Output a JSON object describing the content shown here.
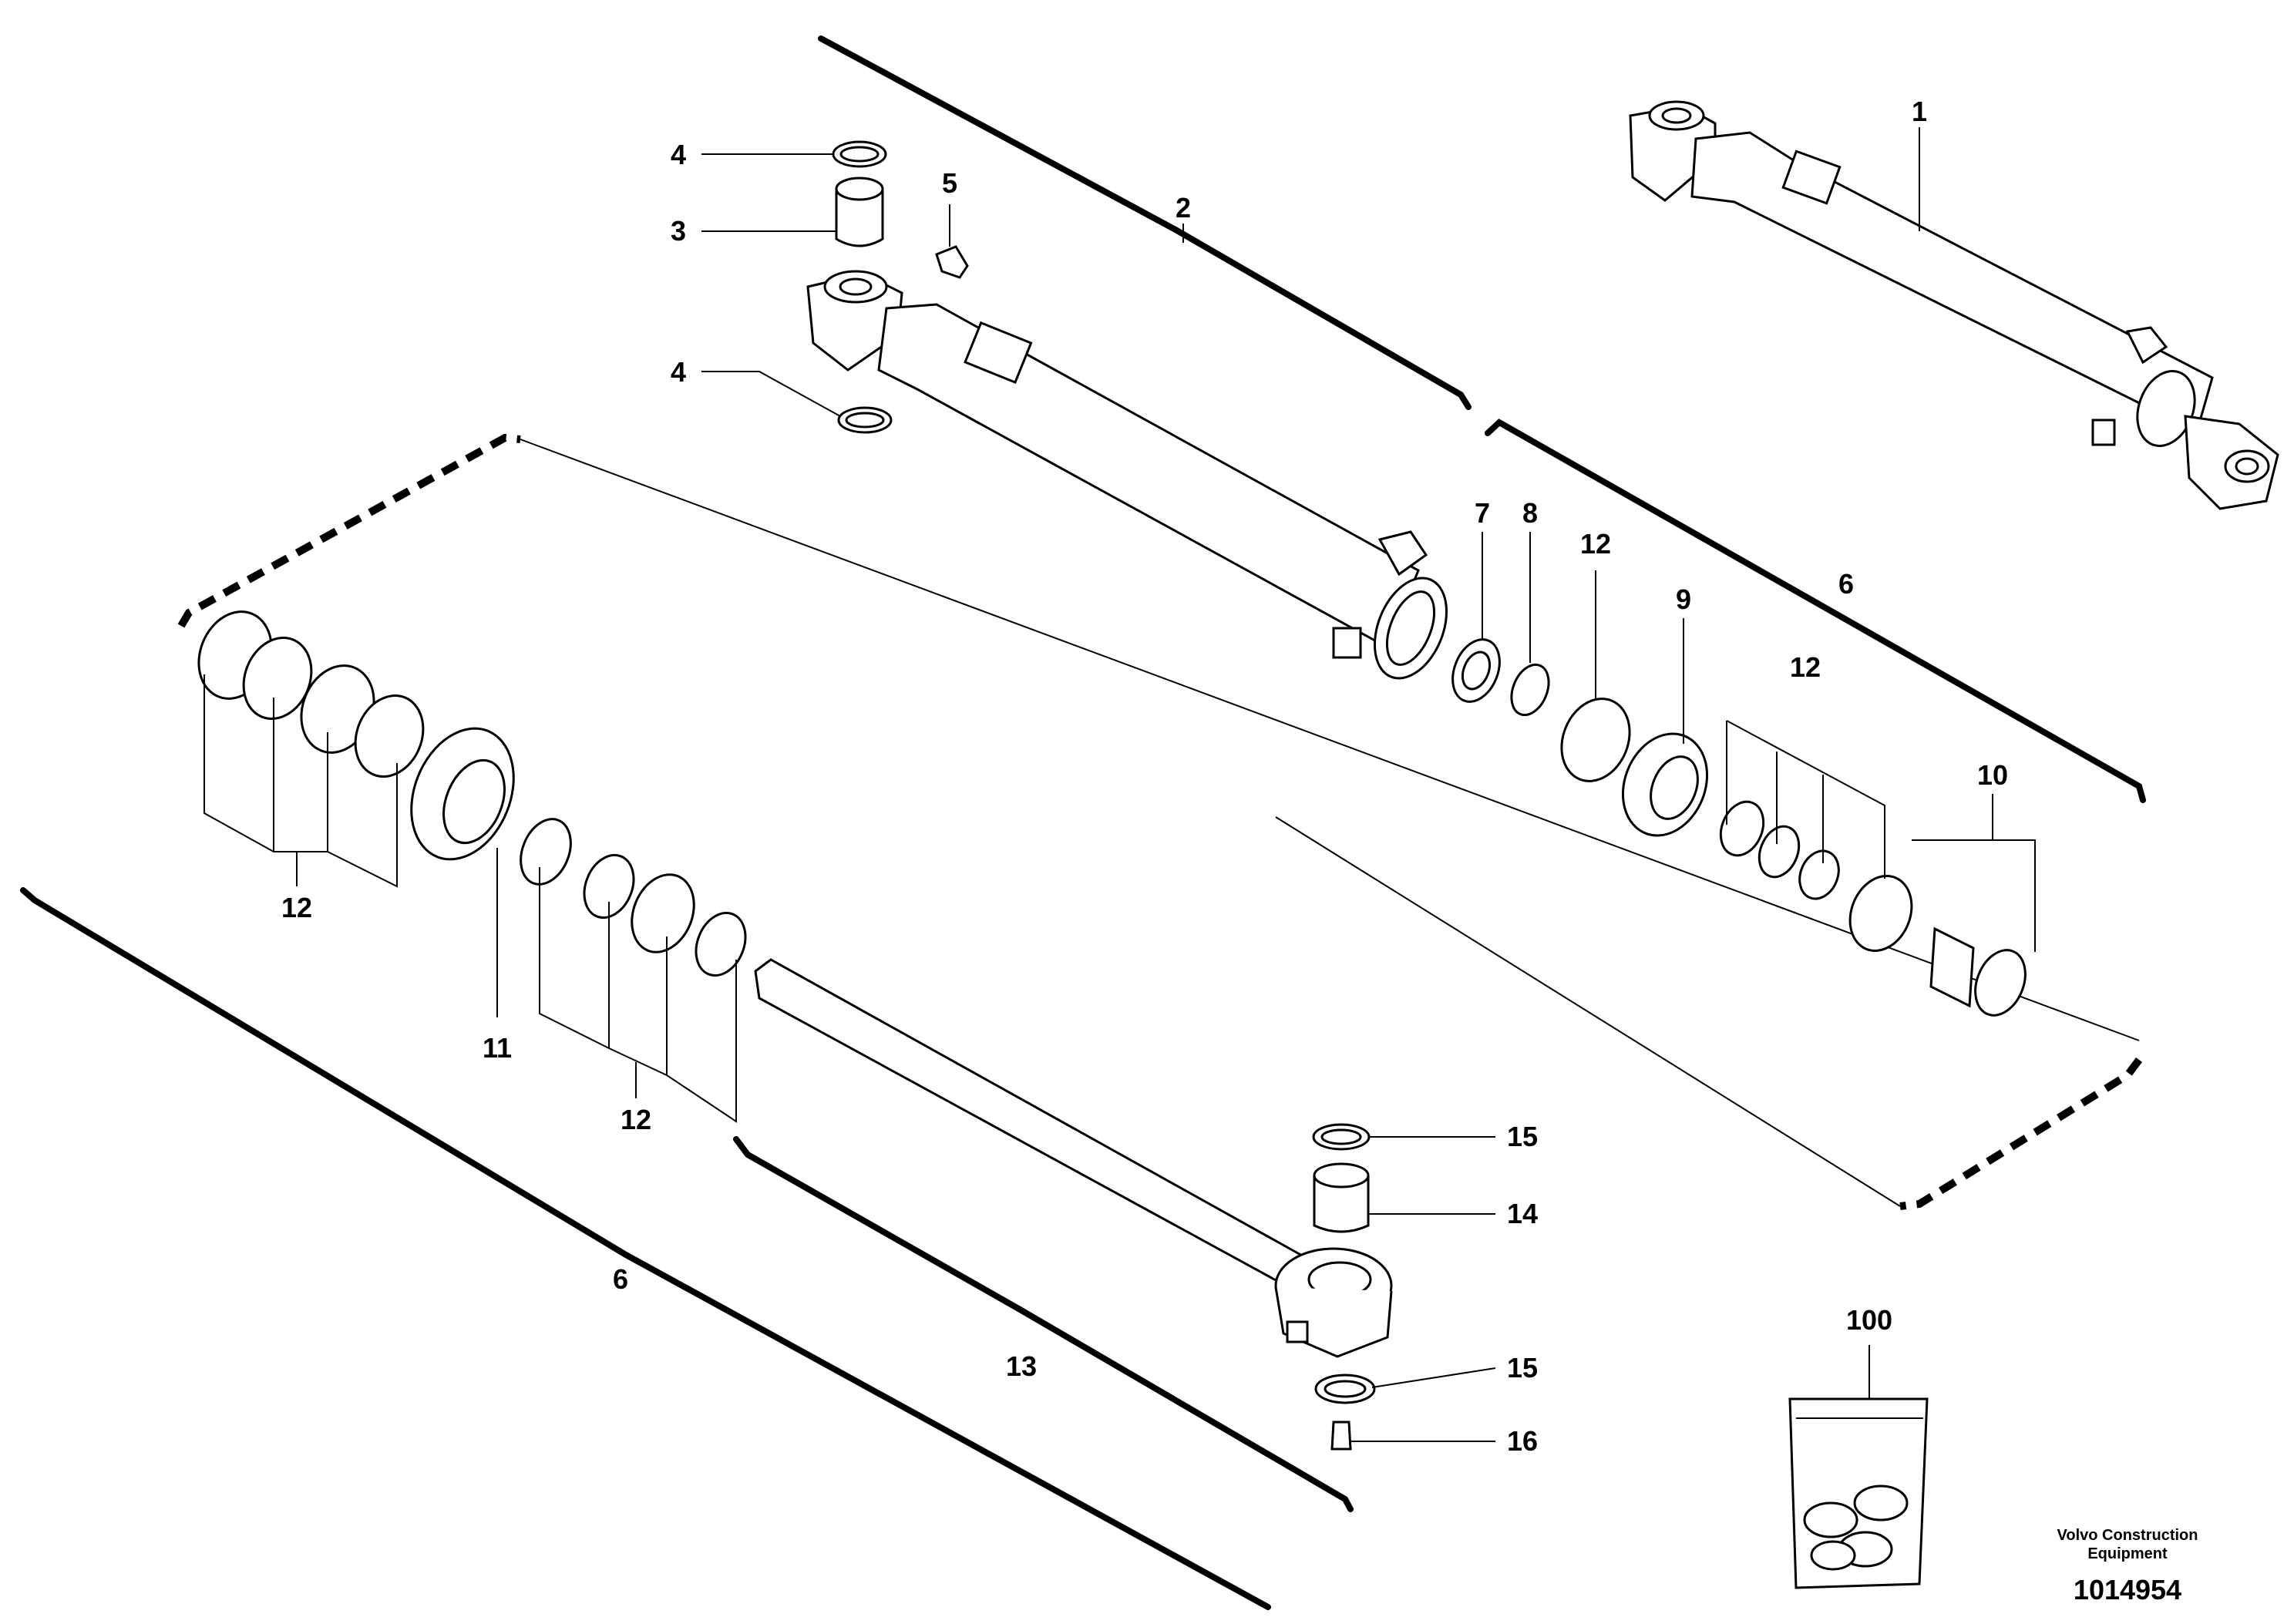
{
  "diagram": {
    "callouts": [
      {
        "id": "c1",
        "label": "1"
      },
      {
        "id": "c2",
        "label": "2"
      },
      {
        "id": "c3",
        "label": "3"
      },
      {
        "id": "c4a",
        "label": "4"
      },
      {
        "id": "c4b",
        "label": "4"
      },
      {
        "id": "c5",
        "label": "5"
      },
      {
        "id": "c6a",
        "label": "6"
      },
      {
        "id": "c6b",
        "label": "6"
      },
      {
        "id": "c7",
        "label": "7"
      },
      {
        "id": "c8",
        "label": "8"
      },
      {
        "id": "c9",
        "label": "9"
      },
      {
        "id": "c10",
        "label": "10"
      },
      {
        "id": "c11",
        "label": "11"
      },
      {
        "id": "c12a",
        "label": "12"
      },
      {
        "id": "c12b",
        "label": "12"
      },
      {
        "id": "c12c",
        "label": "12"
      },
      {
        "id": "c12d",
        "label": "12"
      },
      {
        "id": "c13",
        "label": "13"
      },
      {
        "id": "c14",
        "label": "14"
      },
      {
        "id": "c15a",
        "label": "15"
      },
      {
        "id": "c15b",
        "label": "15"
      },
      {
        "id": "c16",
        "label": "16"
      },
      {
        "id": "c100",
        "label": "100"
      }
    ],
    "company_line1": "Volvo Construction",
    "company_line2": "Equipment",
    "document_number": "1014954"
  }
}
